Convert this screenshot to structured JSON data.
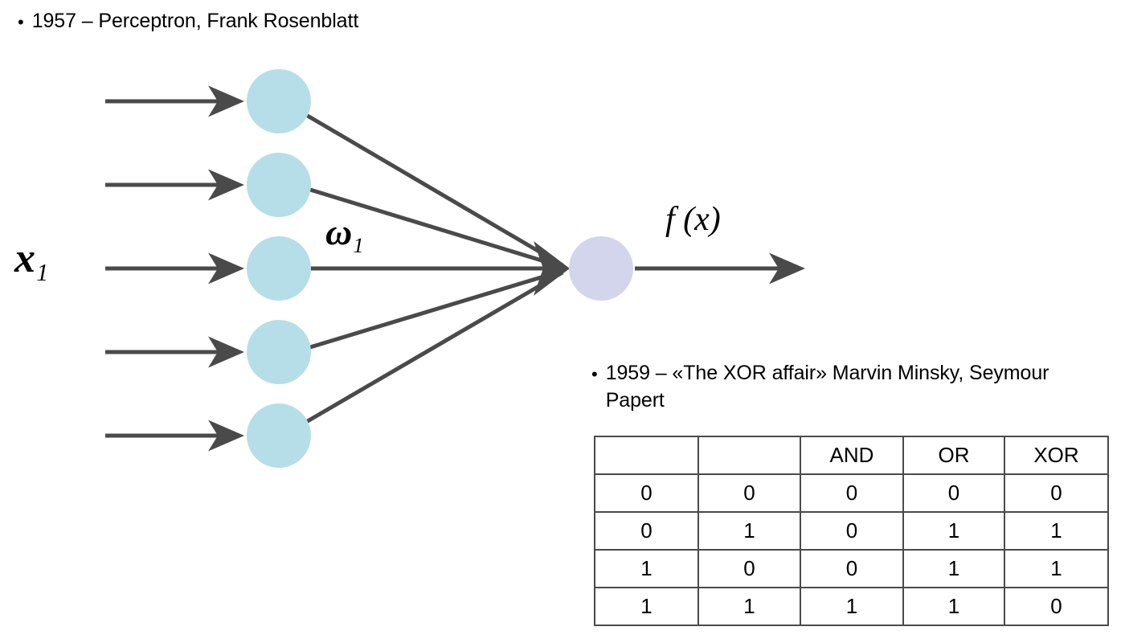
{
  "slide": {
    "background": "#ffffff",
    "bullets": [
      {
        "marker": "•",
        "text": "1957 – Perceptron, Frank Rosenblatt"
      },
      {
        "marker": "•",
        "text": "1959 – «The XOR affair» Marvin Minsky, Seymour Papert"
      }
    ]
  },
  "diagram": {
    "name": "perceptron-diagram",
    "input_label": {
      "base": "x",
      "sub": "1"
    },
    "weight_label": {
      "base": "ω",
      "sub": "1"
    },
    "output_label": "f (x)",
    "input_node_count": 5,
    "colors": {
      "input_node_fill": "#b5dee8",
      "output_node_fill": "#d2d5ec",
      "arrow": "#4a4a4a"
    }
  },
  "table": {
    "name": "xor-truth-table",
    "headers": [
      "",
      "",
      "AND",
      "OR",
      "XOR"
    ],
    "highlight_column": "XOR",
    "highlight_color": "#f0a93b",
    "rows": [
      [
        "0",
        "0",
        "0",
        "0",
        "0"
      ],
      [
        "0",
        "1",
        "0",
        "1",
        "1"
      ],
      [
        "1",
        "0",
        "0",
        "1",
        "1"
      ],
      [
        "1",
        "1",
        "1",
        "1",
        "0"
      ]
    ]
  }
}
